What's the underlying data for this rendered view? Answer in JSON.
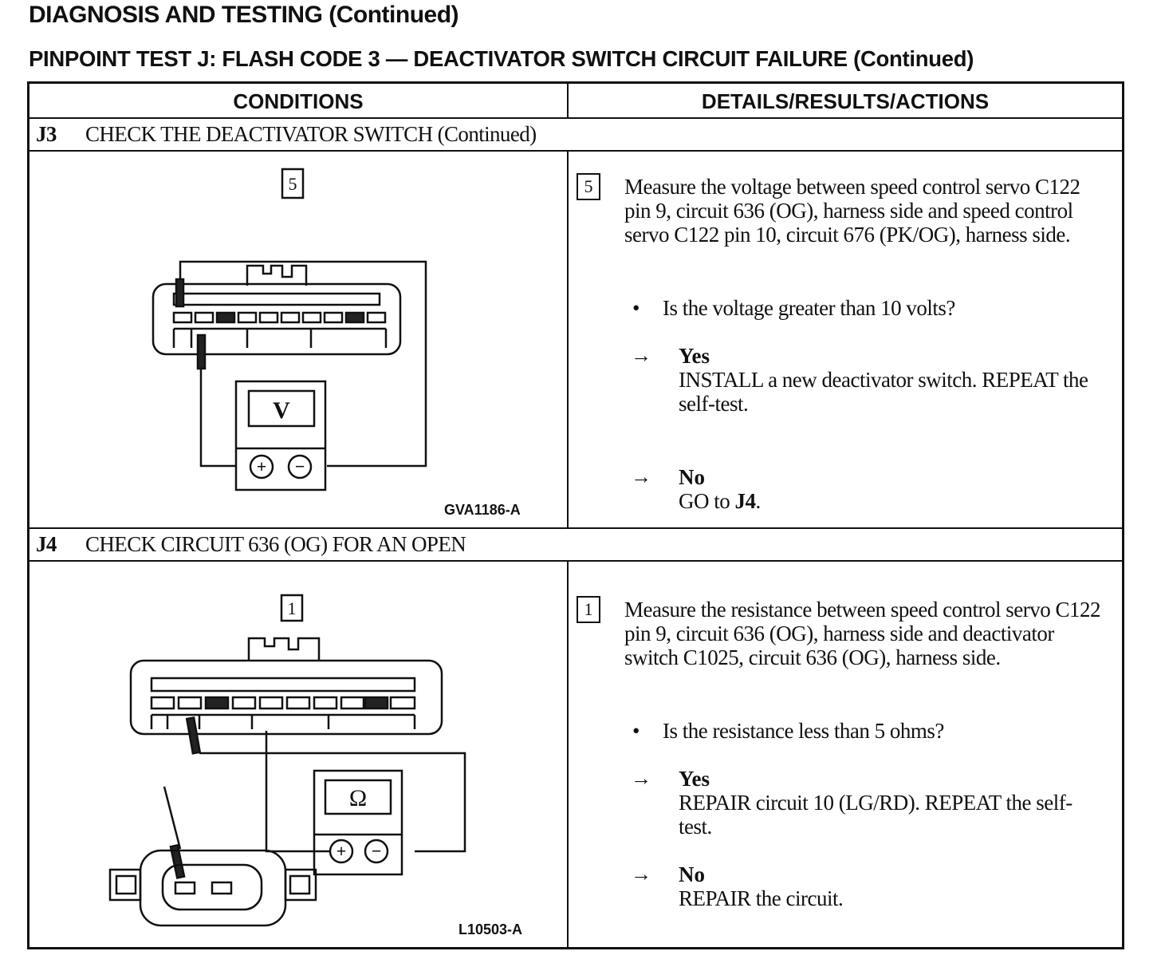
{
  "header": {
    "page_title": "DIAGNOSIS AND TESTING (Continued)",
    "test_title": "PINPOINT TEST J:  FLASH CODE 3 — DEACTIVATOR SWITCH CIRCUIT FAILURE (Continued)"
  },
  "table": {
    "col_conditions": "CONDITIONS",
    "col_details": "DETAILS/RESULTS/ACTIONS"
  },
  "steps": [
    {
      "code": "J3",
      "title": "CHECK THE DEACTIVATOR SWITCH (Continued)",
      "figure_step": "5",
      "figure_code": "GVA1186-A",
      "meter_symbol": "V",
      "step_number": "5",
      "instruction": "Measure the voltage between speed control servo C122 pin 9, circuit 636 (OG), harness side and speed control servo C122 pin 10, circuit 676 (PK/OG), harness side.",
      "bullet": "•",
      "question": "Is the voltage greater than 10 volts?",
      "arrow": "→",
      "yes_label": "Yes",
      "yes_text": "INSTALL a new deactivator switch. REPEAT the self-test.",
      "no_label": "No",
      "no_text_prefix": "GO to ",
      "no_text_ref": "J4",
      "no_text_suffix": "."
    },
    {
      "code": "J4",
      "title": "CHECK CIRCUIT 636 (OG) FOR AN OPEN",
      "figure_step": "1",
      "figure_code": "L10503-A",
      "meter_symbol": "Ω",
      "step_number": "1",
      "instruction": "Measure the resistance between speed control servo C122 pin 9, circuit 636 (OG), harness side and deactivator switch C1025, circuit 636 (OG), harness side.",
      "bullet": "•",
      "question": "Is the resistance less than 5 ohms?",
      "arrow": "→",
      "yes_label": "Yes",
      "yes_text": "REPAIR circuit 10 (LG/RD). REPEAT the self-test.",
      "no_label": "No",
      "no_text": "REPAIR the circuit."
    }
  ],
  "meter_buttons": {
    "plus": "+",
    "minus": "−"
  },
  "colors": {
    "ink": "#111111",
    "paper": "#ffffff",
    "fill": "#222222"
  }
}
